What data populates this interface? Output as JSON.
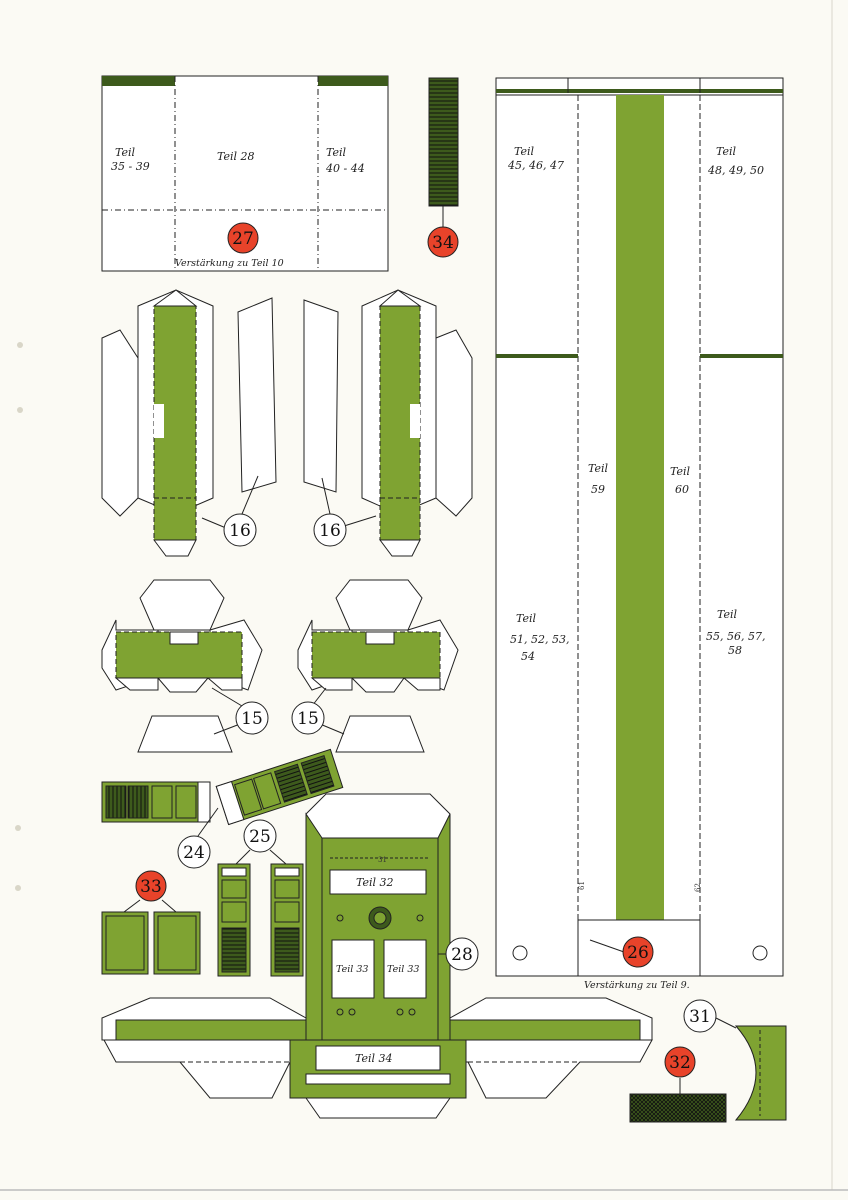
{
  "colors": {
    "green": "#7fa332",
    "dark_green": "#3d5a1c",
    "red_badge": "#e8432a",
    "paper": "#fbfaf4",
    "line": "#222222"
  },
  "labels": {
    "teil_35_39": [
      "Teil",
      "35 - 39"
    ],
    "teil_28": "Teil 28",
    "teil_40_44": [
      "Teil",
      "40 - 44"
    ],
    "verstaerkung_10": "Verstärkung zu Teil 10",
    "teil_45": [
      "Teil",
      "45, 46, 47"
    ],
    "teil_48": [
      "Teil",
      "48, 49, 50"
    ],
    "teil_59": [
      "Teil",
      "59"
    ],
    "teil_60": [
      "Teil",
      "60"
    ],
    "teil_51": [
      "Teil",
      "51, 52, 53,",
      "54"
    ],
    "teil_55": [
      "Teil",
      "55, 56, 57,",
      "58"
    ],
    "verstaerkung_9": "Verstärkung zu Teil 9.",
    "teil_32": "Teil 32",
    "teil_33a": "Teil 33",
    "teil_33b": "Teil 33",
    "teil_34": "Teil 34",
    "dim_31": "31",
    "dim_61": "61",
    "dim_62": "62"
  },
  "badges": {
    "b27": "27",
    "b34": "34",
    "b16a": "16",
    "b16b": "16",
    "b15a": "15",
    "b15b": "15",
    "b24": "24",
    "b25": "25",
    "b33": "33",
    "b28": "28",
    "b26": "26",
    "b31": "31",
    "b32": "32"
  }
}
